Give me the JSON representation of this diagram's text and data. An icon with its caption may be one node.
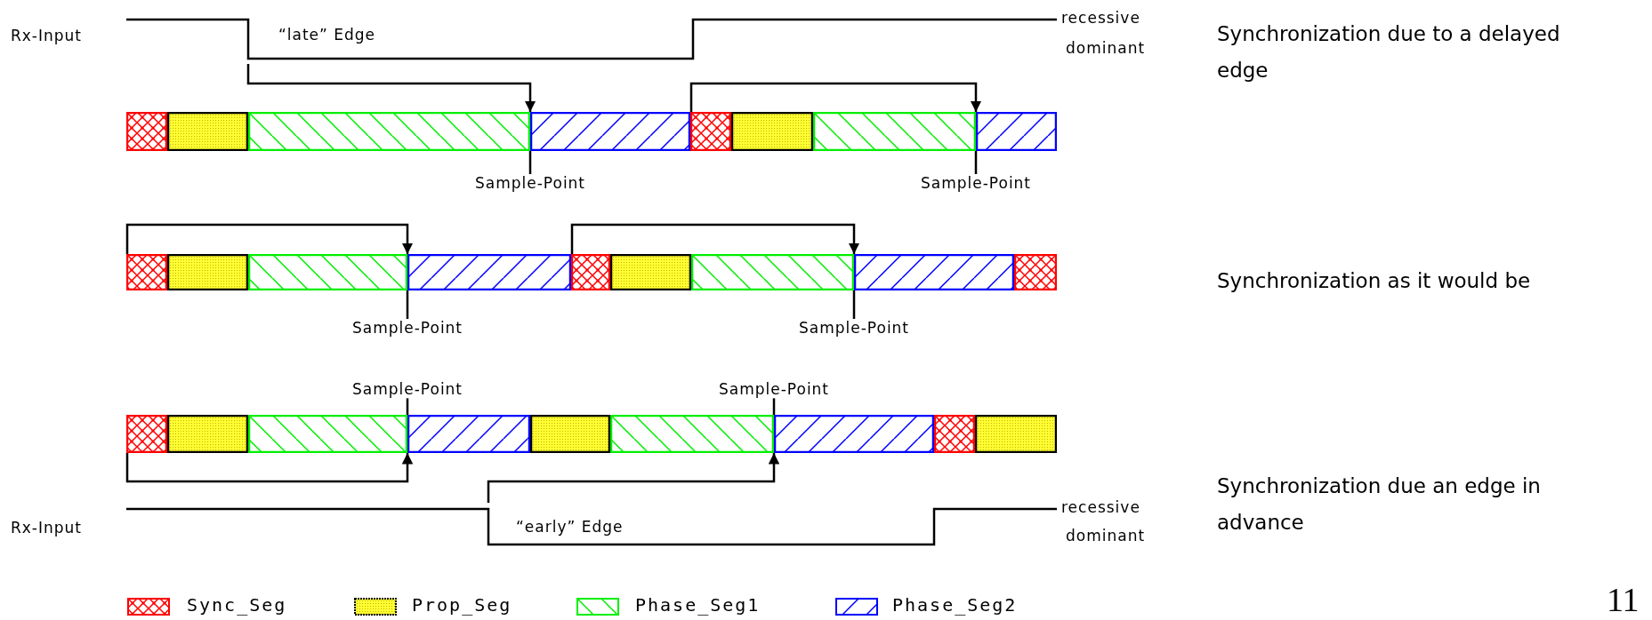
{
  "diagram": {
    "nodes": [
      {
        "text": [],
        "shape": "bar"
      },
      {
        "text": [],
        "shape": "bar"
      },
      {
        "text": [],
        "shape": "bar"
      },
      {
        "text": [],
        "shape": "bar"
      },
      {
        "text": [],
        "shape": "bar"
      },
      {
        "text": [],
        "shape": "bar"
      },
      {
        "text": [],
        "shape": "bar"
      },
      {
        "text": [],
        "shape": "bar"
      },
      {
        "text": [],
        "shape": "bar"
      },
      {
        "text": [],
        "shape": "bar"
      },
      {
        "text": [],
        "shape": "bar"
      },
      {
        "text": [],
        "shape": "bar"
      },
      {
        "text": [],
        "shape": "bar"
      },
      {
        "text": [],
        "shape": "bar"
      },
      {
        "text": [],
        "shape": "bar"
      },
      {
        "text": [],
        "shape": "bar"
      },
      {
        "text": [],
        "shape": "bar"
      },
      {
        "text": [],
        "shape": "bar"
      },
      {
        "text": [],
        "shape": "bar"
      },
      {
        "text": [],
        "shape": "bar"
      },
      {
        "text": [],
        "shape": "bar"
      },
      {
        "text": [],
        "shape": "bar"
      },
      {
        "text": [],
        "shape": "bar"
      },
      {
        "text": [],
        "shape": "bar"
      },
      {
        "text": [],
        "shape": "bar"
      },
      {
        "text": [],
        "shape": "bar"
      },
      {
        "text": [
          "Sample-Point"
        ]
      },
      {
        "text": [
          "Sample-Point"
        ]
      },
      {
        "text": [
          "Sample-Point"
        ]
      },
      {
        "text": [
          "Sample-Point"
        ]
      },
      {
        "text": [
          "Sample-Point"
        ]
      },
      {
        "text": [
          "Sample-Point"
        ]
      }
    ],
    "edges": [
      {
        "from": null,
        "to": 3,
        "arrow": "to"
      },
      {
        "from": 4,
        "to": 7,
        "arrow": "to"
      },
      {
        "from": 8,
        "to": 11,
        "arrow": "to"
      },
      {
        "from": 12,
        "to": 15,
        "arrow": "to"
      },
      {
        "from": 17,
        "to": 20,
        "arrow": "to"
      },
      {
        "from": null,
        "to": 23,
        "arrow": "to"
      },
      {
        "from": 26,
        "to": 3,
        "arrow": "none"
      },
      {
        "from": 27,
        "to": 7,
        "arrow": "none"
      },
      {
        "from": 28,
        "to": 11,
        "arrow": "none"
      },
      {
        "from": 29,
        "to": 15,
        "arrow": "none"
      },
      {
        "from": 30,
        "to": 20,
        "arrow": "none"
      },
      {
        "from": 31,
        "to": 23,
        "arrow": "none"
      }
    ],
    "labels": [
      "Rx-Input",
      "“late” Edge",
      "recessive",
      "dominant",
      "Synchronization due to a delayed edge",
      "Synchronization as it would be",
      "Synchronization due an edge in advance",
      "Rx-Input",
      "“early” Edge",
      "recessive",
      "dominant",
      "11"
    ],
    "legend": [
      {
        "text": "Sync_Seg"
      },
      {
        "text": "Prop_Seg"
      },
      {
        "text": "Phase_Seg1"
      },
      {
        "text": "Phase_Seg2"
      }
    ]
  }
}
